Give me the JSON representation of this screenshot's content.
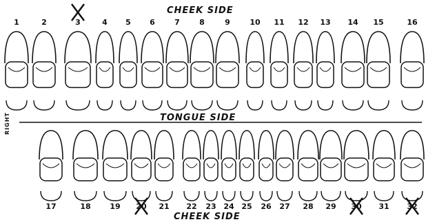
{
  "labels": {
    "top": "CHEEK SIDE",
    "middle": "TONGUE SIDE",
    "bottom": "CHEEK SIDE",
    "right": "RIGHT"
  },
  "upper_numbers": [
    "1",
    "2",
    "3",
    "4",
    "5",
    "6",
    "7",
    "8",
    "9",
    "10",
    "11",
    "12",
    "13",
    "14",
    "15",
    "16"
  ],
  "lower_numbers": [
    "32",
    "31",
    "30",
    "29",
    "28",
    "27",
    "26",
    "25",
    "24",
    "23",
    "22",
    "21",
    "20",
    "19",
    "18",
    "17"
  ],
  "upper_marked": [
    "3"
  ],
  "lower_marked": [
    "32",
    "20",
    "30"
  ]
}
